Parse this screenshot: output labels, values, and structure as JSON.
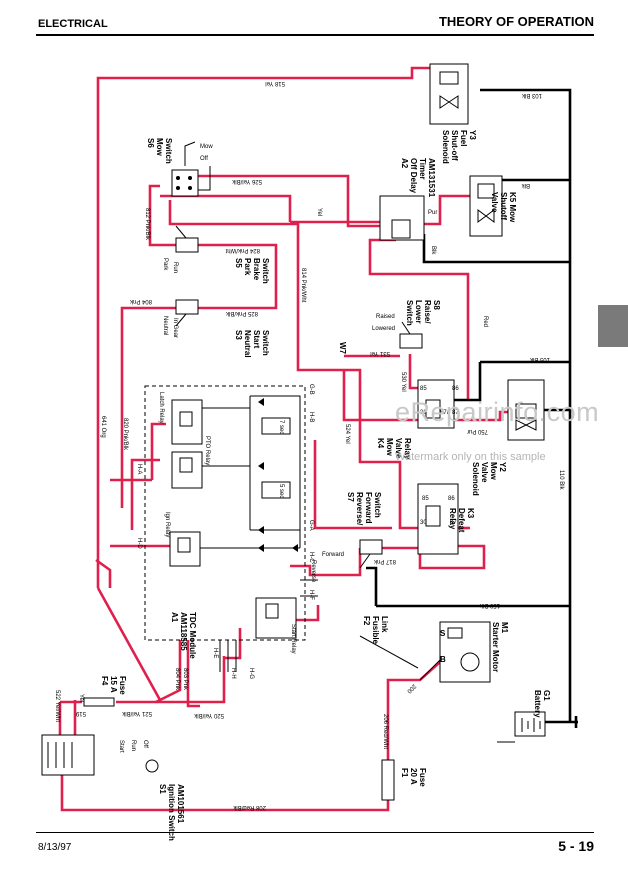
{
  "header": {
    "section": "ELECTRICAL",
    "title": "THEORY OF OPERATION"
  },
  "footer": {
    "date": "8/13/97",
    "page": "5 - 19"
  },
  "watermark": {
    "site": "eRepairinfo.com",
    "note": "Watermark only on this sample"
  },
  "colors": {
    "red_wire": "#e0204c",
    "black_wire": "#000000",
    "tab": "#7a7a7a"
  },
  "components": {
    "y3": [
      "Y3",
      "Fuel",
      "Shut-off",
      "Solenoid"
    ],
    "s6": [
      "S6",
      "Mow",
      "Switch"
    ],
    "s6_pos": [
      "Mow",
      "Off"
    ],
    "a2": [
      "A2",
      "Off Delay",
      "Timer",
      "AM131531"
    ],
    "k5": [
      "K5 Mow",
      "Shutoff",
      "Valve"
    ],
    "s5": [
      "S5",
      "Park",
      "Brake",
      "Switch"
    ],
    "s5_pos": [
      "Park",
      "Run"
    ],
    "s3": [
      "S3",
      "Neutral",
      "Start",
      "Switch"
    ],
    "s3_pos": [
      "Neutral",
      "In Gear"
    ],
    "s8": [
      "S8",
      "Raise/",
      "Lower",
      "Switch"
    ],
    "s8_pos": [
      "Raised",
      "Lowered"
    ],
    "w7": "W7",
    "k4": [
      "K4",
      "Mow",
      "Valve",
      "Relay"
    ],
    "y2": [
      "Y2",
      "Mow",
      "Valve",
      "Solenoid"
    ],
    "k3": [
      "K3",
      "Defeat",
      "Relay"
    ],
    "s7": [
      "S7",
      "Reverse/",
      "Forward",
      "Switch"
    ],
    "s7_pos": [
      "Forward",
      "Reverse"
    ],
    "a1": [
      "A1",
      "AM118585",
      "TDC Module"
    ],
    "a1_relays": [
      "Latch Relay",
      "PTO Relay",
      "Ign Relay",
      "Start Relay"
    ],
    "a1_timers": [
      "7 sec",
      "5 sec"
    ],
    "f2": [
      "F2",
      "Fusible",
      "Link"
    ],
    "m1": [
      "M1",
      "Starter Motor"
    ],
    "m1_terms": [
      "S",
      "B"
    ],
    "g1": [
      "G1",
      "Battery"
    ],
    "f4": [
      "F4",
      "15 A",
      "Fuse"
    ],
    "s1": [
      "S1",
      "Ignition Switch",
      "AM101561"
    ],
    "s1_pos": [
      "Start",
      "Run",
      "Off"
    ],
    "f1": [
      "F1",
      "20 A",
      "Fuse"
    ]
  },
  "pins": {
    "right": [
      "G-B",
      "H-B",
      "G-A",
      "H-C",
      "H-F"
    ],
    "left": [
      "H-A",
      "H-D"
    ],
    "bottom": [
      "H-E",
      "H-H",
      "H-G"
    ]
  },
  "relay_pins": [
    "86",
    "85",
    "87",
    "87a",
    "30",
    "30",
    "87",
    "85",
    "86"
  ],
  "wires": {
    "w518": "518 Yel",
    "w103": "103 Blk",
    "w526": "526 Yel/Blk",
    "wBlk": "Blk",
    "wYel": "Yel",
    "wPur": "Pur",
    "wBlk2": "Blk",
    "w812": "812 Pnk/Blk",
    "w824": "824 Pnk/Wht",
    "w804": "804 Pnk",
    "w825": "825 Pnk/Blk",
    "w814": "814 Pnk/Wht",
    "wRed": "Red",
    "w531": "531 Yel",
    "w105": "105 Blk",
    "w530": "530 Yel",
    "w750": "750 Pur",
    "w820": "820 Pnk/Blk",
    "w641": "641 Org",
    "w524": "524 Yel",
    "w110": "110 Blk",
    "w817": "817 Pnk",
    "w150": "150 Blk",
    "w804b": "804 Pnk",
    "w803": "803 Pnk",
    "w519": "519",
    "w521": "521 Yel/Blk",
    "w520": "520 Yel/Blk",
    "wYel2": "Yel",
    "w522": "522 Yel/Wht",
    "w200": "200",
    "w206": "206 Red/Wht",
    "w208": "208 Red/Blk"
  }
}
